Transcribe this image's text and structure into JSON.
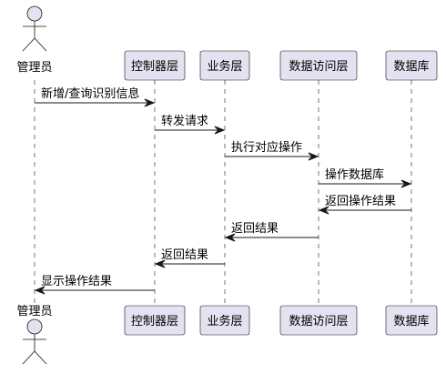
{
  "diagram": {
    "type": "sequence",
    "colors": {
      "participant_fill": "#E2E2F0",
      "participant_border": "#181818",
      "lifeline": "#181818",
      "message_line": "#181818",
      "actor_fill": "#E2E2F0",
      "text": "#000000",
      "background": "#FFFFFF"
    },
    "participants": [
      {
        "id": "admin",
        "label": "管理员",
        "kind": "actor"
      },
      {
        "id": "controller",
        "label": "控制器层",
        "kind": "box"
      },
      {
        "id": "service",
        "label": "业务层",
        "kind": "box"
      },
      {
        "id": "dao",
        "label": "数据访问层",
        "kind": "box"
      },
      {
        "id": "db",
        "label": "数据库",
        "kind": "box"
      }
    ],
    "messages": [
      {
        "from": "admin",
        "to": "controller",
        "label": "新增/查询识别信息"
      },
      {
        "from": "controller",
        "to": "service",
        "label": "转发请求"
      },
      {
        "from": "service",
        "to": "dao",
        "label": "执行对应操作"
      },
      {
        "from": "dao",
        "to": "db",
        "label": "操作数据库"
      },
      {
        "from": "db",
        "to": "dao",
        "label": "返回操作结果"
      },
      {
        "from": "dao",
        "to": "service",
        "label": "返回结果"
      },
      {
        "from": "service",
        "to": "controller",
        "label": "返回结果"
      },
      {
        "from": "controller",
        "to": "admin",
        "label": "显示操作结果"
      }
    ]
  }
}
